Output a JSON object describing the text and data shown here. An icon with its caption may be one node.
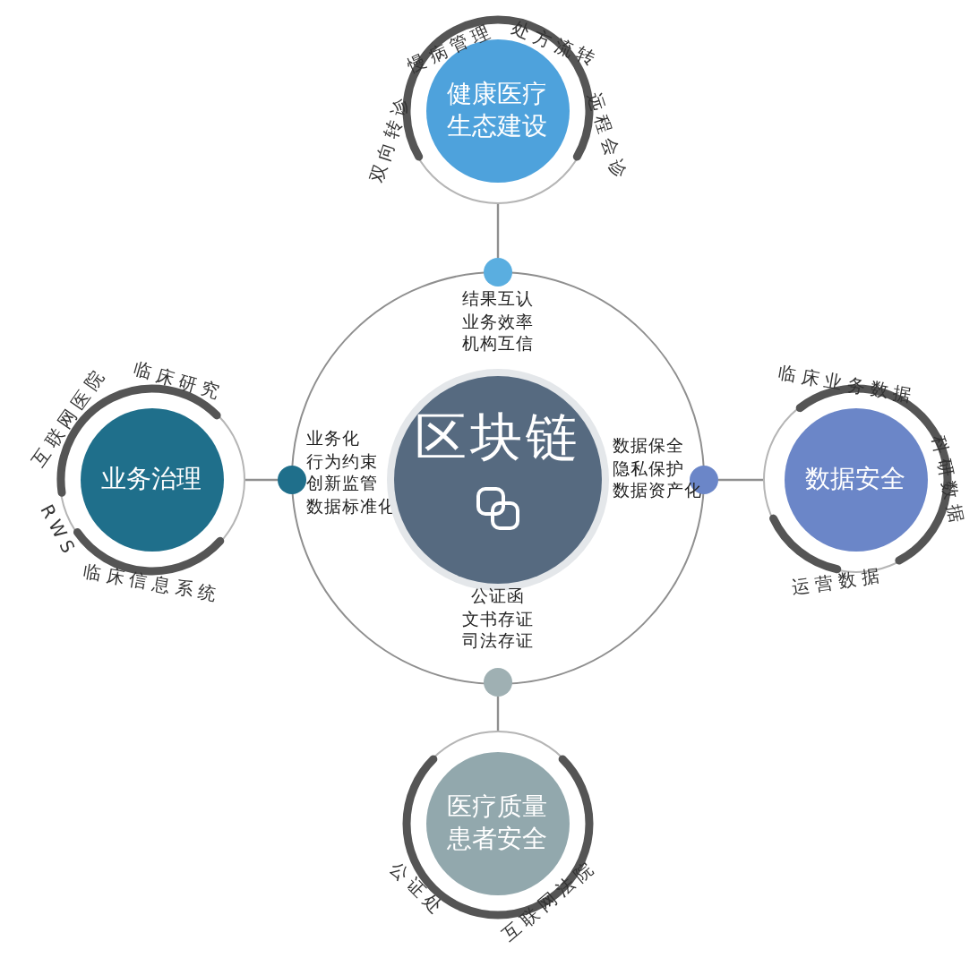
{
  "diagram": {
    "nodes": [
      {
        "text": [
          "健康医疗生态建设",
          "双向转诊",
          "慢病管理",
          "处方流转",
          "远程会诊"
        ]
      },
      {
        "text": [],
        "shape": "circle",
        "beside": [
          "结果互认",
          "业务效率",
          "机构互信"
        ]
      },
      {
        "text": [
          "业务治理",
          "互联网医院",
          "临床研究",
          "RWS",
          "临床信息系统"
        ]
      },
      {
        "text": [],
        "shape": "circle",
        "beside": [
          "业务化",
          "行为约束",
          "创新监管",
          "数据标准化"
        ]
      },
      {
        "text": [
          "区块链"
        ]
      },
      {
        "text": [],
        "shape": "circle",
        "beside": [
          "数据保全",
          "隐私保护",
          "数据资产化"
        ]
      },
      {
        "text": [
          "数据安全",
          "临床业务数据",
          "科研数据",
          "运营数据"
        ]
      },
      {
        "text": [],
        "shape": "circle",
        "beside": [
          "公证函",
          "文书存证",
          "司法存证"
        ]
      },
      {
        "text": [
          "医疗质量患者安全",
          "公证处",
          "互联网法院"
        ]
      }
    ],
    "edges": [
      {
        "from": 0,
        "to": 1,
        "arrow": "none"
      },
      {
        "from": 2,
        "to": 3,
        "arrow": "none"
      },
      {
        "from": 6,
        "to": 5,
        "arrow": "none"
      },
      {
        "from": 8,
        "to": 7,
        "arrow": "none"
      }
    ]
  }
}
